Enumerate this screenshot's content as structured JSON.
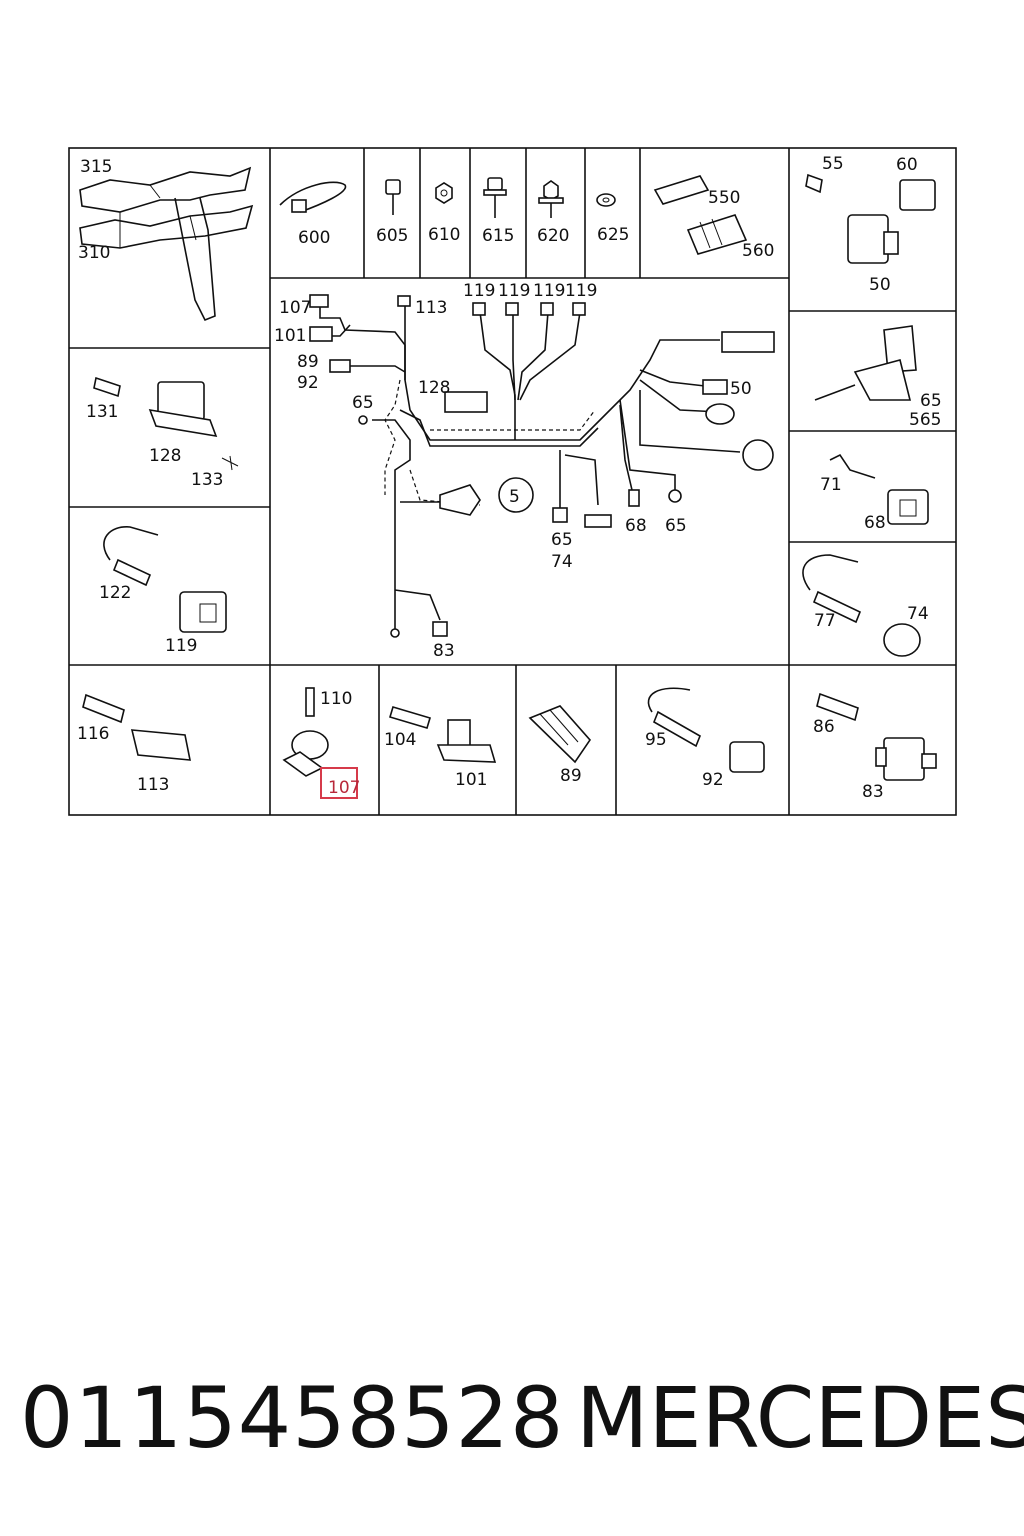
{
  "part_number": "0115458528",
  "brand": "MERCEDES",
  "highlight_color": "#d63a4a",
  "labels": {
    "p315": "315",
    "p310": "310",
    "p600": "600",
    "p605": "605",
    "p610": "610",
    "p615": "615",
    "p620": "620",
    "p625": "625",
    "p550": "550",
    "p560": "560",
    "p55": "55",
    "p60": "60",
    "p50": "50",
    "p131": "131",
    "p128": "128",
    "p133": "133",
    "p122": "122",
    "p119": "119",
    "main_107": "107",
    "main_101": "101",
    "main_113": "113",
    "main_89": "89",
    "main_92": "92",
    "main_119a": "119",
    "main_119b": "119",
    "main_119c": "119",
    "main_119d": "119",
    "main_128": "128",
    "main_65a": "65",
    "main_50": "50",
    "main_5": "5",
    "main_65b": "65",
    "main_74": "74",
    "main_68": "68",
    "main_65c": "65",
    "main_83": "83",
    "r65": "65",
    "r565": "565",
    "r71": "71",
    "r68": "68",
    "r77": "77",
    "r74": "74",
    "b116": "116",
    "b113": "113",
    "b110": "110",
    "b107": "107",
    "b104": "104",
    "b101": "101",
    "b89": "89",
    "b95": "95",
    "b92": "92",
    "b86": "86",
    "b83": "83"
  }
}
